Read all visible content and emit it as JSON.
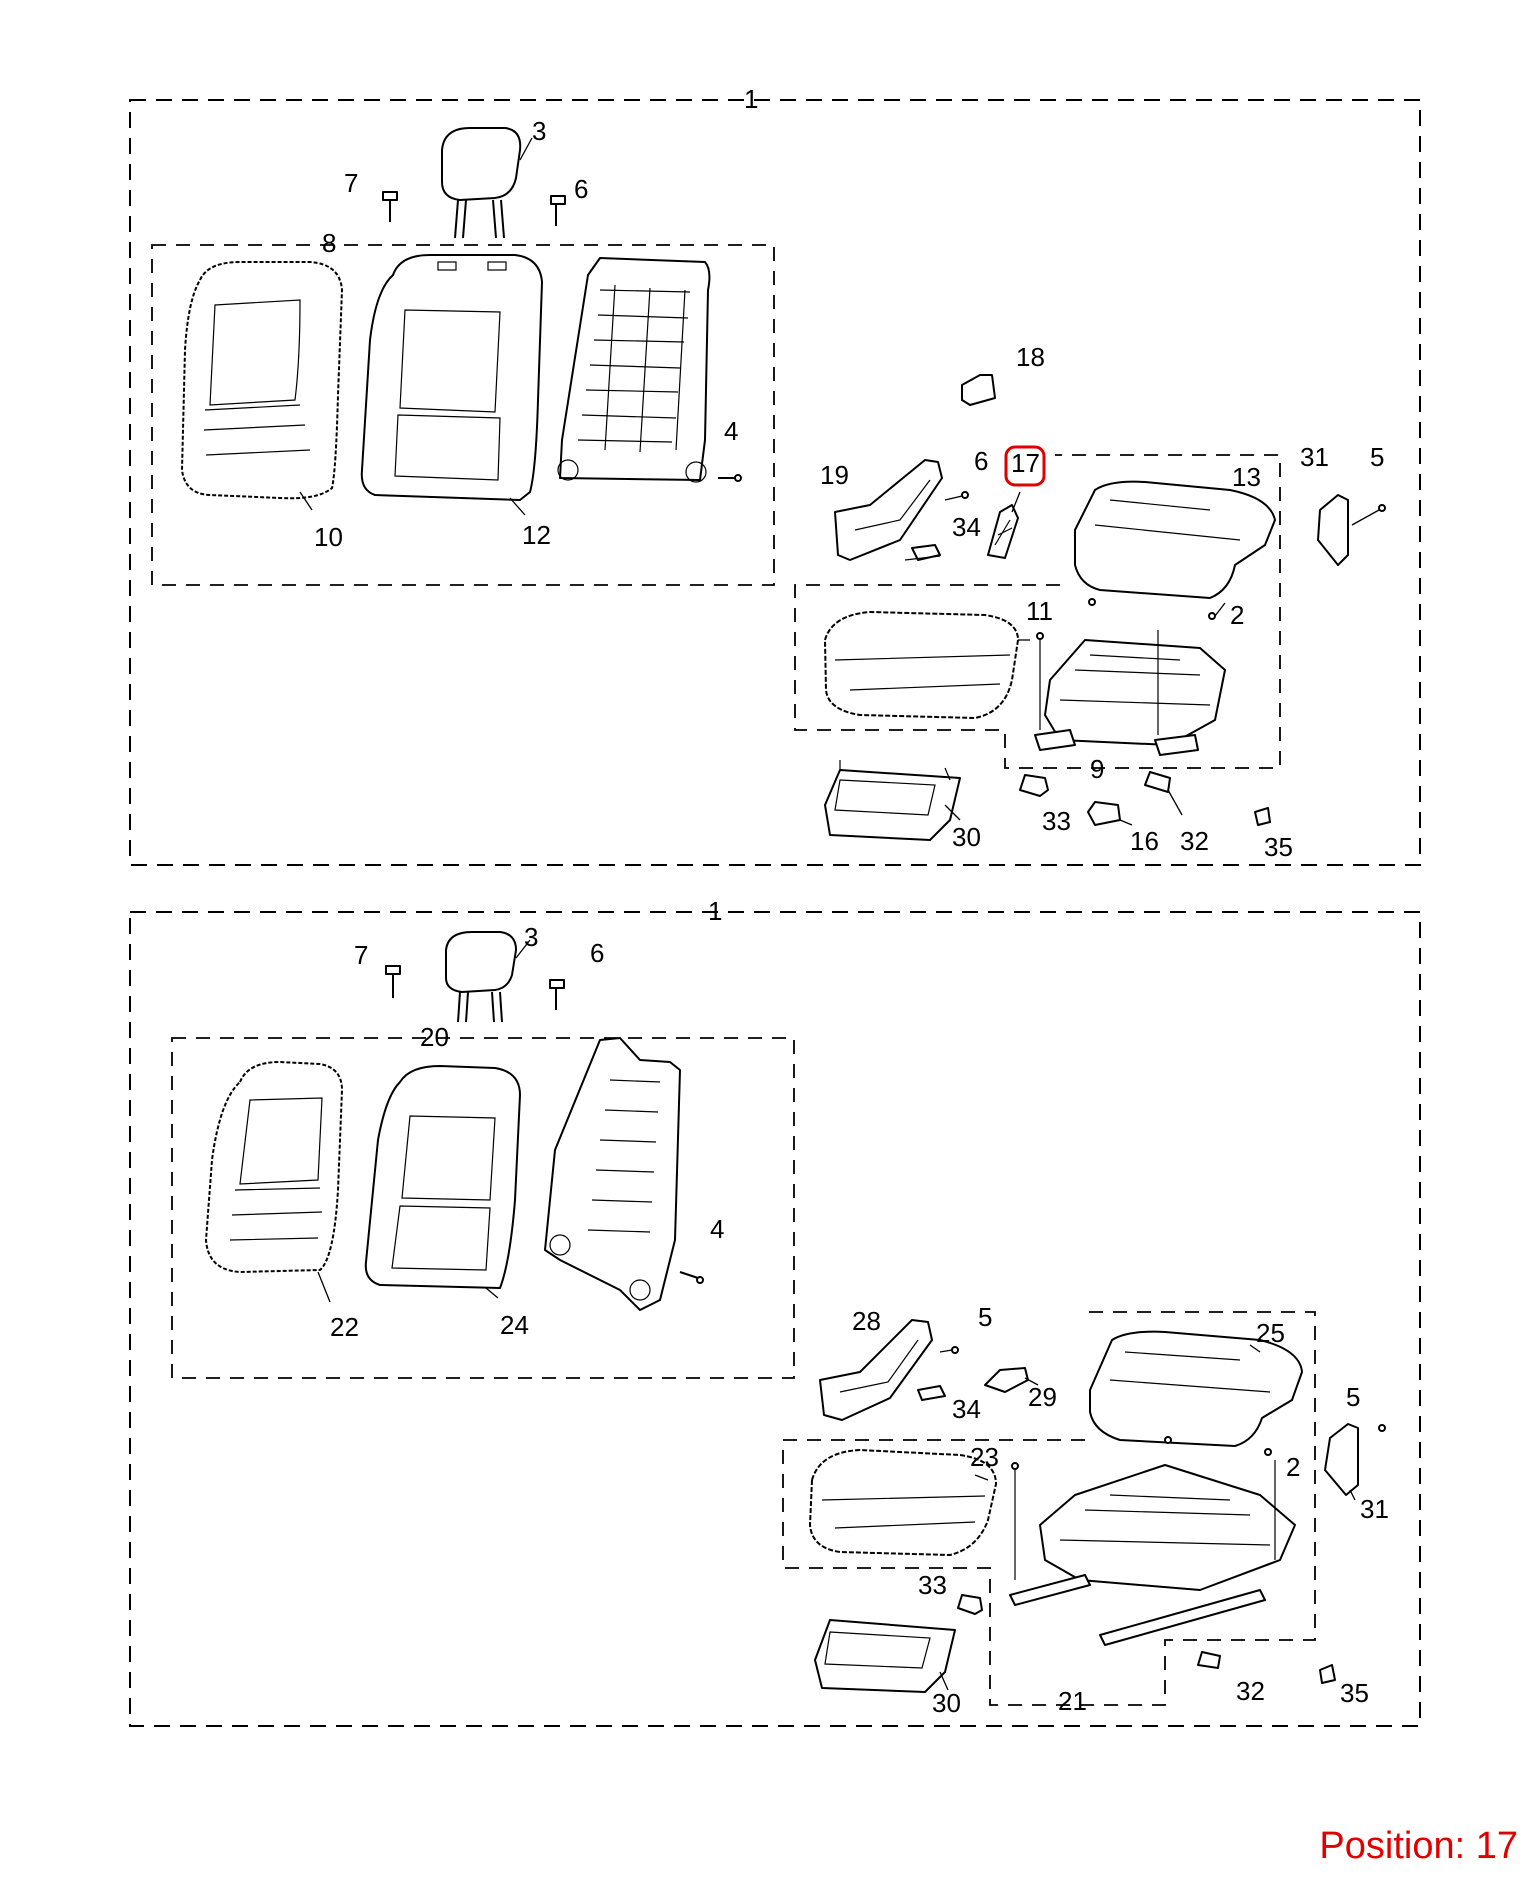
{
  "position_caption": {
    "prefix": "Position:",
    "value": "17",
    "color": "#e00000"
  },
  "highlighted_callout": "17",
  "callouts_upper": [
    "1",
    "3",
    "7",
    "6",
    "8",
    "10",
    "12",
    "4",
    "18",
    "19",
    "6",
    "17",
    "34",
    "13",
    "31",
    "5",
    "11",
    "2",
    "9",
    "30",
    "33",
    "16",
    "32",
    "35"
  ],
  "callouts_lower": [
    "1",
    "3",
    "7",
    "6",
    "20",
    "22",
    "24",
    "4",
    "28",
    "5",
    "34",
    "29",
    "25",
    "5",
    "23",
    "2",
    "31",
    "33",
    "30",
    "21",
    "32",
    "35"
  ]
}
